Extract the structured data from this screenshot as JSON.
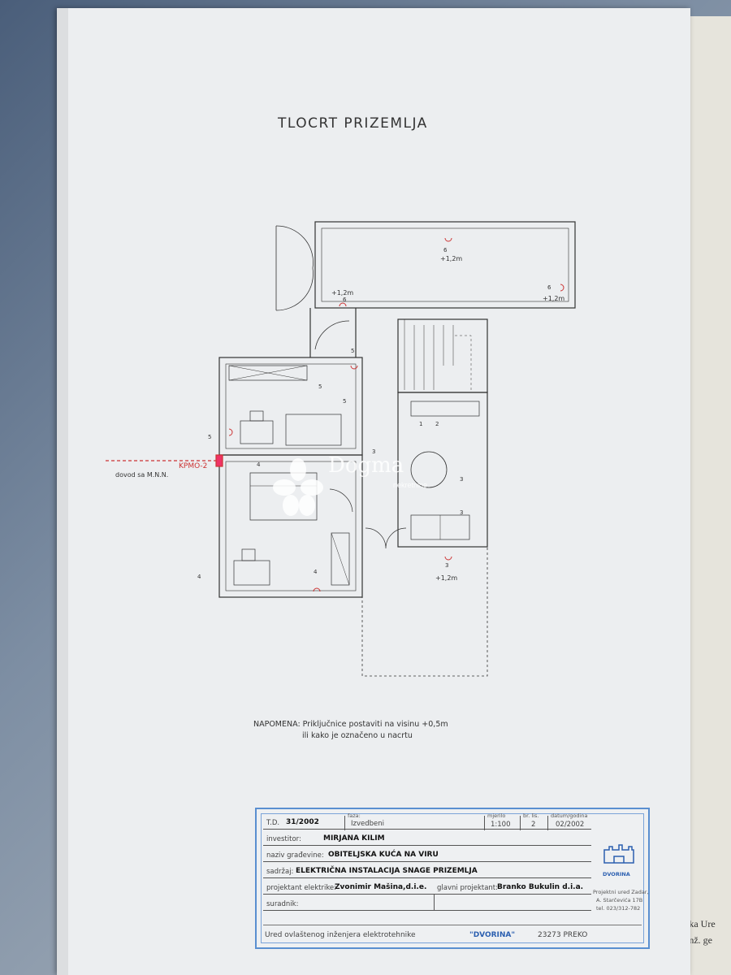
{
  "drawing": {
    "title": "TLOCRT PRIZEMLJA",
    "labels": {
      "kpmo": "KPMO-2",
      "supply": "dovod sa M.N.N.",
      "height_12": "+1,2m",
      "n6": "6",
      "n5": "5",
      "n4": "4",
      "n3": "3",
      "n2": "2",
      "n1": "1"
    }
  },
  "note": {
    "line1": "NAPOMENA: Priključnice postaviti na visinu +0,5m",
    "line2": "ili kako je označeno u nacrtu"
  },
  "watermark": {
    "brand": "Dogma",
    "sub": "nekretnine"
  },
  "title_block": {
    "td_label": "T.D.",
    "td_value": "31/2002",
    "faza_label": "faza:",
    "faza_value": "Izvedbeni",
    "mjerilo_label": "mjerilo",
    "mjerilo_value": "1:100",
    "list_label": "br. lis.",
    "list_value": "2",
    "datum_label": "datum/godina",
    "datum_value": "02/2002",
    "investitor_label": "investitor:",
    "investitor_value": "MIRJANA KILIM",
    "gradevina_label": "naziv građevine:",
    "gradevina_value": "OBITELJSKA KUĆA NA VIRU",
    "sadrzaj_label": "sadržaj:",
    "sadrzaj_value": "ELEKTRIČNA INSTALACIJA SNAGE PRIZEMLJA",
    "projektant_label": "projektant elektrike:",
    "projektant_value": "Zvonimir Mašina,d.i.e.",
    "glavni_label": "glavni projektant:",
    "glavni_value": "Branko Bukulin d.i.a.",
    "suradnik_label": "suradnik:",
    "ured_label": "Ured ovlaštenog inženjera elektrotehnike",
    "ured_name": "\"DVORINA\"",
    "postal": "23273 PREKO",
    "office_line1": "Projektni ured Zadar,",
    "office_line2": "A. Starčevića 17B",
    "office_line3": "tel. 023/312-782",
    "logo_text": "DVORINA"
  },
  "background_sheet": {
    "text1": "ika Ure",
    "text2": "inž. ge"
  }
}
